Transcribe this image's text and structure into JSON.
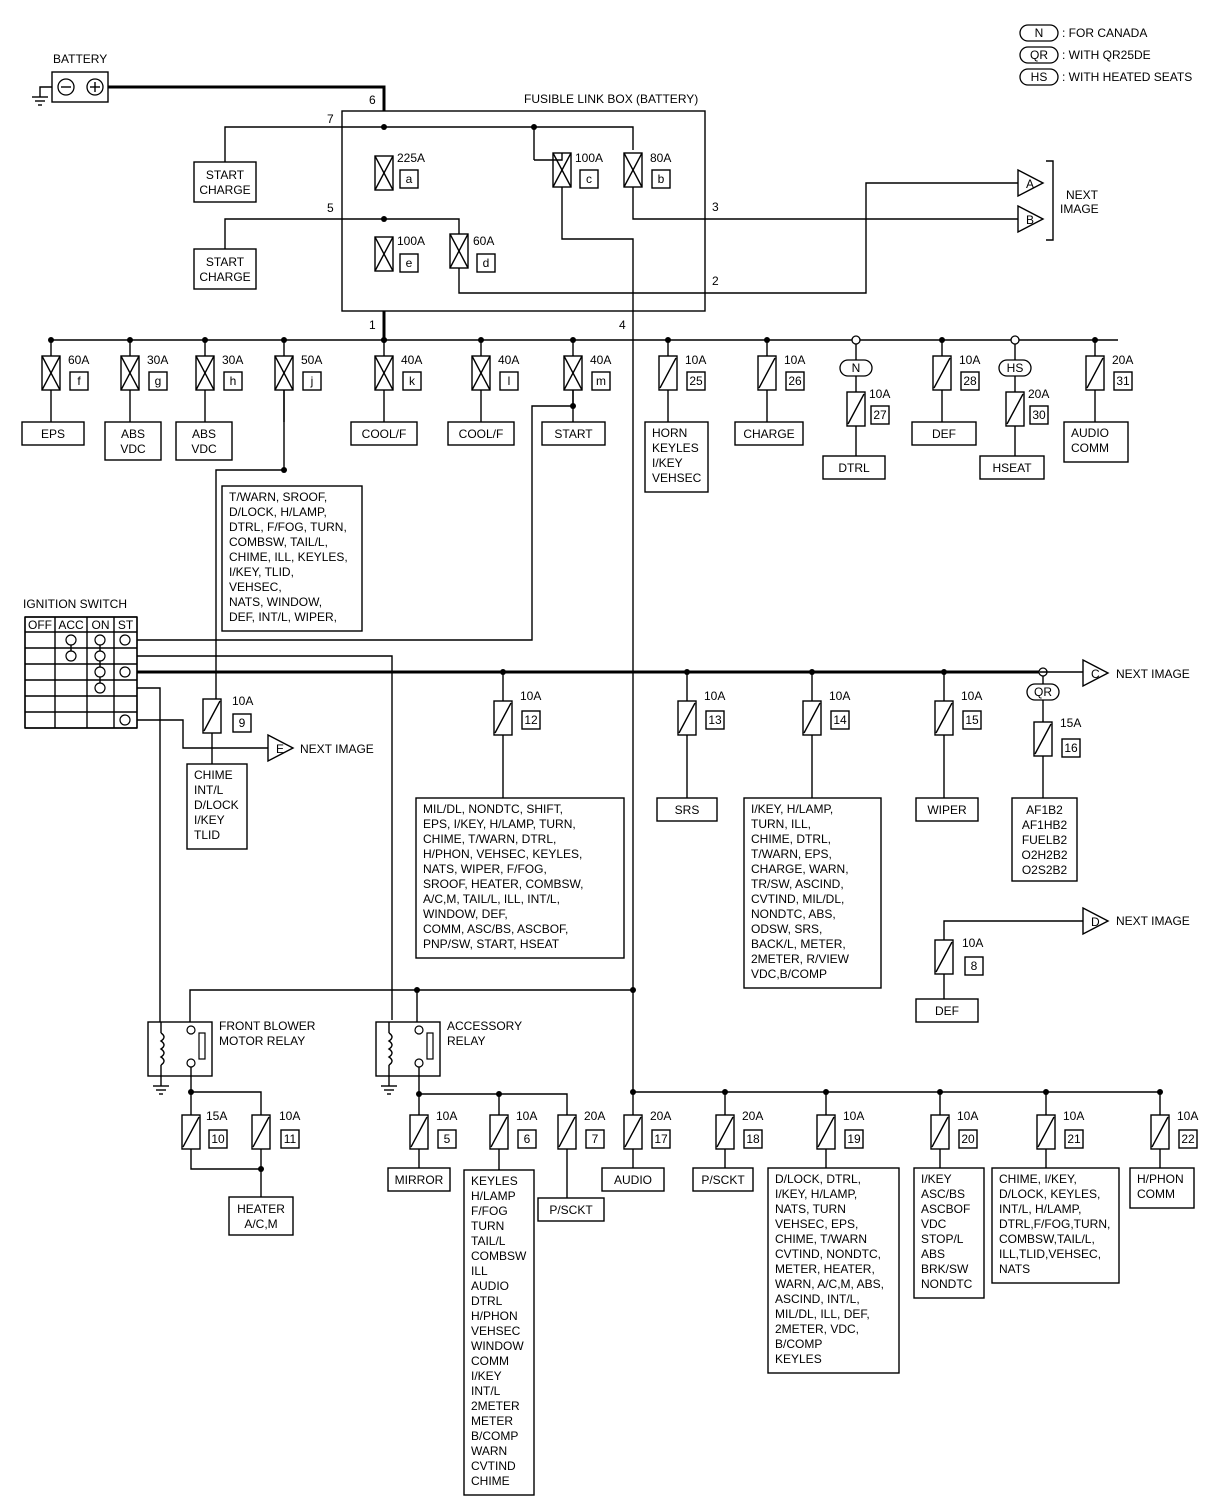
{
  "legend": [
    {
      "code": "N",
      "text": ": FOR CANADA"
    },
    {
      "code": "QR",
      "text": ": WITH QR25DE"
    },
    {
      "code": "HS",
      "text": ": WITH HEATED SEATS"
    }
  ],
  "battery_label": "BATTERY",
  "fusible_link_box_label": "FUSIBLE LINK BOX (BATTERY)",
  "next_image_label": "NEXT IMAGE",
  "next_image_label_2": "IMAGE",
  "ignition_switch": {
    "title": "IGNITION SWITCH",
    "columns": [
      "OFF",
      "ACC",
      "ON",
      "ST"
    ]
  },
  "fusible_links": [
    {
      "amp": "225A",
      "id": "a"
    },
    {
      "amp": "100A",
      "id": "c"
    },
    {
      "amp": "80A",
      "id": "b"
    },
    {
      "amp": "100A",
      "id": "e"
    },
    {
      "amp": "60A",
      "id": "d"
    }
  ],
  "start_charge_boxes": [
    [
      "START",
      "CHARGE"
    ],
    [
      "START",
      "CHARGE"
    ]
  ],
  "wire_numbers": [
    "6",
    "7",
    "5",
    "3",
    "2",
    "1",
    "4"
  ],
  "connectors": [
    "A",
    "B",
    "C",
    "D",
    "E"
  ],
  "bus_fuses": [
    {
      "amp": "60A",
      "id": "f",
      "loads": [
        "EPS"
      ]
    },
    {
      "amp": "30A",
      "id": "g",
      "loads": [
        "ABS",
        "VDC"
      ]
    },
    {
      "amp": "30A",
      "id": "h",
      "loads": [
        "ABS",
        "VDC"
      ]
    },
    {
      "amp": "50A",
      "id": "j",
      "loads": []
    },
    {
      "amp": "40A",
      "id": "k",
      "loads": [
        "COOL/F"
      ]
    },
    {
      "amp": "40A",
      "id": "l",
      "loads": [
        "COOL/F"
      ]
    },
    {
      "amp": "40A",
      "id": "m",
      "loads": [
        "START"
      ]
    },
    {
      "amp": "10A",
      "id": "25",
      "loads": [
        "HORN",
        "KEYLES",
        "I/KEY",
        "VEHSEC"
      ]
    },
    {
      "amp": "10A",
      "id": "26",
      "loads": [
        "CHARGE"
      ]
    },
    {
      "amp": "10A",
      "id": "27",
      "loads": [
        "DTRL"
      ],
      "option": "N"
    },
    {
      "amp": "10A",
      "id": "28",
      "loads": [
        "DEF"
      ]
    },
    {
      "amp": "20A",
      "id": "30",
      "loads": [
        "HSEAT"
      ],
      "option": "HS"
    },
    {
      "amp": "20A",
      "id": "31",
      "loads": [
        "AUDIO",
        "COMM"
      ]
    }
  ],
  "fuse_j_loads": [
    "T/WARN, SROOF,",
    "D/LOCK,  H/LAMP,",
    "DTRL, F/FOG, TURN,",
    "COMBSW, TAIL/L,",
    "CHIME, ILL,  KEYLES,",
    "I/KEY, TLID,",
    "VEHSEC,",
    "NATS, WINDOW,",
    "DEF, INT/L, WIPER,"
  ],
  "fuse_9": {
    "amp": "10A",
    "id": "9",
    "loads": [
      "CHIME",
      "INT/L",
      "D/LOCK",
      "I/KEY",
      "TLID"
    ]
  },
  "ign_fuses": [
    {
      "amp": "10A",
      "id": "12",
      "loads": [
        "MIL/DL, NONDTC, SHIFT,",
        "EPS, I/KEY, H/LAMP, TURN,",
        "CHIME, T/WARN, DTRL,",
        "H/PHON, VEHSEC, KEYLES,",
        "NATS, WIPER, F/FOG,",
        "SROOF, HEATER, COMBSW,",
        "A/C,M, TAIL/L, ILL, INT/L,",
        "WINDOW, DEF,",
        "COMM, ASC/BS, ASCBOF,",
        "PNP/SW, START, HSEAT"
      ]
    },
    {
      "amp": "10A",
      "id": "13",
      "loads": [
        "SRS"
      ]
    },
    {
      "amp": "10A",
      "id": "14",
      "loads": [
        "I/KEY, H/LAMP,",
        "TURN, ILL,",
        "CHIME, DTRL,",
        "T/WARN, EPS,",
        "CHARGE, WARN,",
        "TR/SW, ASCIND,",
        "CVTIND, MIL/DL,",
        "NONDTC, ABS,",
        "ODSW, SRS,",
        "BACK/L, METER,",
        "2METER, R/VIEW",
        "VDC,B/COMP"
      ]
    },
    {
      "amp": "10A",
      "id": "15",
      "loads": [
        "WIPER"
      ]
    },
    {
      "amp": "15A",
      "id": "16",
      "loads": [
        "AF1B2",
        "AF1HB2",
        "FUELB2",
        "O2H2B2",
        "O2S2B2"
      ],
      "option": "QR"
    }
  ],
  "fuse_8": {
    "amp": "10A",
    "id": "8",
    "loads": [
      "DEF"
    ]
  },
  "blower_relay": {
    "title": [
      "FRONT BLOWER",
      "MOTOR RELAY"
    ]
  },
  "accessory_relay": {
    "title": [
      "ACCESSORY",
      "RELAY"
    ]
  },
  "blower_fuses": [
    {
      "amp": "15A",
      "id": "10"
    },
    {
      "amp": "10A",
      "id": "11"
    }
  ],
  "heater_load": [
    "HEATER",
    "A/C,M"
  ],
  "acc_fuses": [
    {
      "amp": "10A",
      "id": "5",
      "loads": [
        "MIRROR"
      ]
    },
    {
      "amp": "10A",
      "id": "6",
      "loads": [
        "KEYLES",
        "H/LAMP",
        "F/FOG",
        "TURN",
        "TAIL/L",
        "COMBSW",
        "ILL",
        "AUDIO",
        "DTRL",
        "H/PHON",
        "VEHSEC",
        "WINDOW",
        "COMM",
        "I/KEY",
        "INT/L",
        "2METER",
        "METER",
        "B/COMP",
        "WARN",
        "CVTIND",
        "CHIME"
      ]
    },
    {
      "amp": "20A",
      "id": "7",
      "loads": [
        "P/SCKT"
      ]
    },
    {
      "amp": "20A",
      "id": "17",
      "loads": [
        "AUDIO"
      ]
    },
    {
      "amp": "20A",
      "id": "18",
      "loads": [
        "P/SCKT"
      ]
    },
    {
      "amp": "10A",
      "id": "19",
      "loads": [
        "D/LOCK, DTRL,",
        "I/KEY, H/LAMP,",
        "NATS, TURN",
        "VEHSEC, EPS,",
        "CHIME, T/WARN",
        "CVTIND, NONDTC,",
        "METER, HEATER,",
        "WARN, A/C,M, ABS,",
        "ASCIND, INT/L,",
        "MIL/DL, ILL, DEF,",
        "2METER, VDC,",
        "B/COMP",
        "KEYLES"
      ]
    },
    {
      "amp": "10A",
      "id": "20",
      "loads": [
        "I/KEY",
        "ASC/BS",
        "ASCBOF",
        "VDC",
        "STOP/L",
        "ABS",
        "BRK/SW",
        "NONDTC"
      ]
    },
    {
      "amp": "10A",
      "id": "21",
      "loads": [
        "CHIME, I/KEY,",
        "D/LOCK, KEYLES,",
        "INT/L, H/LAMP,",
        "DTRL,F/FOG,TURN,",
        "COMBSW,TAIL/L,",
        "ILL,TLID,VEHSEC,",
        "NATS"
      ]
    },
    {
      "amp": "10A",
      "id": "22",
      "loads": [
        "H/PHON",
        "COMM"
      ]
    }
  ]
}
